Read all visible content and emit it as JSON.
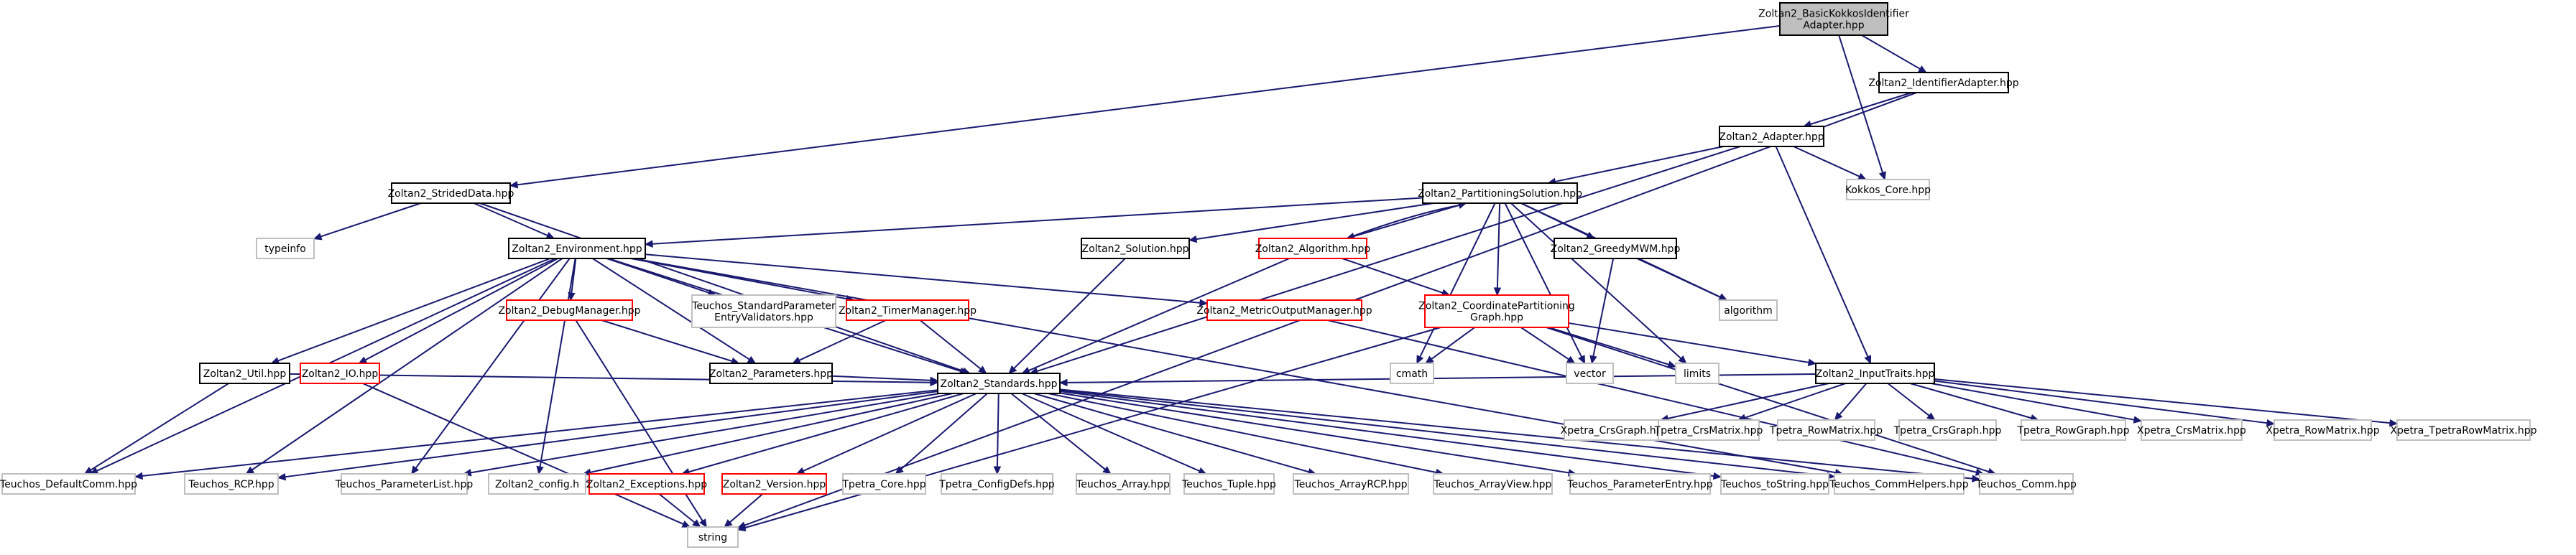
{
  "colors": {
    "edge": "#191970",
    "border_normal": "#000000",
    "border_missing": "#bfbfbf",
    "border_truncated": "#ff0000",
    "fill_root": "#bfbfbf",
    "fill": "#ffffff"
  },
  "nodes": [
    {
      "id": "root",
      "label": [
        "Zoltan2_BasicKokkosIdentifier",
        "Adapter.hpp"
      ],
      "style": "root"
    },
    {
      "id": "idadapter",
      "label": [
        "Zoltan2_IdentifierAdapter.hpp"
      ],
      "style": "normal"
    },
    {
      "id": "adapter",
      "label": [
        "Zoltan2_Adapter.hpp"
      ],
      "style": "normal"
    },
    {
      "id": "kokkos",
      "label": [
        "Kokkos_Core.hpp"
      ],
      "style": "missing"
    },
    {
      "id": "strided",
      "label": [
        "Zoltan2_StridedData.hpp"
      ],
      "style": "normal"
    },
    {
      "id": "psol",
      "label": [
        "Zoltan2_PartitioningSolution.hpp"
      ],
      "style": "normal"
    },
    {
      "id": "typeinfo",
      "label": [
        "typeinfo"
      ],
      "style": "missing"
    },
    {
      "id": "env",
      "label": [
        "Zoltan2_Environment.hpp"
      ],
      "style": "normal"
    },
    {
      "id": "solution",
      "label": [
        "Zoltan2_Solution.hpp"
      ],
      "style": "normal"
    },
    {
      "id": "algorithm_hpp",
      "label": [
        "Zoltan2_Algorithm.hpp"
      ],
      "style": "truncated"
    },
    {
      "id": "greedy",
      "label": [
        "Zoltan2_GreedyMWM.hpp"
      ],
      "style": "normal"
    },
    {
      "id": "algorithm",
      "label": [
        "algorithm"
      ],
      "style": "missing"
    },
    {
      "id": "debug",
      "label": [
        "Zoltan2_DebugManager.hpp"
      ],
      "style": "truncated"
    },
    {
      "id": "validators",
      "label": [
        "Teuchos_StandardParameter",
        "EntryValidators.hpp"
      ],
      "style": "missing"
    },
    {
      "id": "timer",
      "label": [
        "Zoltan2_TimerManager.hpp"
      ],
      "style": "truncated"
    },
    {
      "id": "metric",
      "label": [
        "Zoltan2_MetricOutputManager.hpp"
      ],
      "style": "truncated"
    },
    {
      "id": "coordgraph",
      "label": [
        "Zoltan2_CoordinatePartitioning",
        "Graph.hpp"
      ],
      "style": "truncated"
    },
    {
      "id": "cmath",
      "label": [
        "cmath"
      ],
      "style": "missing"
    },
    {
      "id": "vector",
      "label": [
        "vector"
      ],
      "style": "missing"
    },
    {
      "id": "limits",
      "label": [
        "limits"
      ],
      "style": "missing"
    },
    {
      "id": "util",
      "label": [
        "Zoltan2_Util.hpp"
      ],
      "style": "normal"
    },
    {
      "id": "io",
      "label": [
        "Zoltan2_IO.hpp"
      ],
      "style": "truncated"
    },
    {
      "id": "params",
      "label": [
        "Zoltan2_Parameters.hpp"
      ],
      "style": "normal"
    },
    {
      "id": "inputtraits",
      "label": [
        "Zoltan2_InputTraits.hpp"
      ],
      "style": "normal"
    },
    {
      "id": "standards",
      "label": [
        "Zoltan2_Standards.hpp"
      ],
      "style": "normal"
    },
    {
      "id": "xcrsgraph",
      "label": [
        "Xpetra_CrsGraph.hpp"
      ],
      "style": "missing"
    },
    {
      "id": "tcrsmatrix",
      "label": [
        "Tpetra_CrsMatrix.hpp"
      ],
      "style": "missing"
    },
    {
      "id": "trowmatrix",
      "label": [
        "Tpetra_RowMatrix.hpp"
      ],
      "style": "missing"
    },
    {
      "id": "tcrsgraph",
      "label": [
        "Tpetra_CrsGraph.hpp"
      ],
      "style": "missing"
    },
    {
      "id": "trowgraph",
      "label": [
        "Tpetra_RowGraph.hpp"
      ],
      "style": "missing"
    },
    {
      "id": "xcrsmatrix",
      "label": [
        "Xpetra_CrsMatrix.hpp"
      ],
      "style": "missing"
    },
    {
      "id": "xrowmatrix",
      "label": [
        "Xpetra_RowMatrix.hpp"
      ],
      "style": "missing"
    },
    {
      "id": "xtpetrarowmatrix",
      "label": [
        "Xpetra_TpetraRowMatrix.hpp"
      ],
      "style": "missing"
    },
    {
      "id": "defaultcomm",
      "label": [
        "Teuchos_DefaultComm.hpp"
      ],
      "style": "missing"
    },
    {
      "id": "rcp",
      "label": [
        "Teuchos_RCP.hpp"
      ],
      "style": "missing"
    },
    {
      "id": "paramlist",
      "label": [
        "Teuchos_ParameterList.hpp"
      ],
      "style": "missing"
    },
    {
      "id": "config",
      "label": [
        "Zoltan2_config.h"
      ],
      "style": "missing"
    },
    {
      "id": "exceptions",
      "label": [
        "Zoltan2_Exceptions.hpp"
      ],
      "style": "truncated"
    },
    {
      "id": "version",
      "label": [
        "Zoltan2_Version.hpp"
      ],
      "style": "truncated"
    },
    {
      "id": "tpetracore",
      "label": [
        "Tpetra_Core.hpp"
      ],
      "style": "missing"
    },
    {
      "id": "tpetraconfig",
      "label": [
        "Tpetra_ConfigDefs.hpp"
      ],
      "style": "missing"
    },
    {
      "id": "tarray",
      "label": [
        "Teuchos_Array.hpp"
      ],
      "style": "missing"
    },
    {
      "id": "ttuple",
      "label": [
        "Teuchos_Tuple.hpp"
      ],
      "style": "missing"
    },
    {
      "id": "tarrayrcp",
      "label": [
        "Teuchos_ArrayRCP.hpp"
      ],
      "style": "missing"
    },
    {
      "id": "tarrayview",
      "label": [
        "Teuchos_ArrayView.hpp"
      ],
      "style": "missing"
    },
    {
      "id": "tparamentry",
      "label": [
        "Teuchos_ParameterEntry.hpp"
      ],
      "style": "missing"
    },
    {
      "id": "ttostring",
      "label": [
        "Teuchos_toString.hpp"
      ],
      "style": "missing"
    },
    {
      "id": "tcommhelpers",
      "label": [
        "Teuchos_CommHelpers.hpp"
      ],
      "style": "missing"
    },
    {
      "id": "tcomm",
      "label": [
        "Teuchos_Comm.hpp"
      ],
      "style": "missing"
    },
    {
      "id": "string",
      "label": [
        "string"
      ],
      "style": "missing"
    }
  ],
  "edges": [
    [
      "root",
      "idadapter"
    ],
    [
      "root",
      "kokkos"
    ],
    [
      "root",
      "strided"
    ],
    [
      "idadapter",
      "adapter"
    ],
    [
      "idadapter",
      "string"
    ],
    [
      "adapter",
      "psol"
    ],
    [
      "adapter",
      "kokkos"
    ],
    [
      "adapter",
      "inputtraits"
    ],
    [
      "adapter",
      "standards"
    ],
    [
      "strided",
      "env"
    ],
    [
      "strided",
      "typeinfo"
    ],
    [
      "strided",
      "standards"
    ],
    [
      "psol",
      "env"
    ],
    [
      "psol",
      "solution"
    ],
    [
      "psol",
      "algorithm_hpp"
    ],
    [
      "psol",
      "greedy"
    ],
    [
      "psol",
      "algorithm"
    ],
    [
      "psol",
      "coordgraph"
    ],
    [
      "psol",
      "cmath"
    ],
    [
      "psol",
      "vector"
    ],
    [
      "psol",
      "limits"
    ],
    [
      "algorithm_hpp",
      "psol"
    ],
    [
      "algorithm_hpp",
      "coordgraph"
    ],
    [
      "algorithm_hpp",
      "standards"
    ],
    [
      "greedy",
      "algorithm"
    ],
    [
      "greedy",
      "vector"
    ],
    [
      "solution",
      "standards"
    ],
    [
      "env",
      "util"
    ],
    [
      "env",
      "io"
    ],
    [
      "env",
      "debug"
    ],
    [
      "env",
      "validators"
    ],
    [
      "env",
      "timer"
    ],
    [
      "env",
      "metric"
    ],
    [
      "env",
      "params"
    ],
    [
      "env",
      "defaultcomm"
    ],
    [
      "env",
      "rcp"
    ],
    [
      "env",
      "paramlist"
    ],
    [
      "env",
      "config"
    ],
    [
      "env",
      "tcommhelpers"
    ],
    [
      "env",
      "standards"
    ],
    [
      "debug",
      "params"
    ],
    [
      "debug",
      "string"
    ],
    [
      "timer",
      "params"
    ],
    [
      "timer",
      "standards"
    ],
    [
      "metric",
      "tcomm"
    ],
    [
      "coordgraph",
      "cmath"
    ],
    [
      "coordgraph",
      "vector"
    ],
    [
      "coordgraph",
      "limits"
    ],
    [
      "coordgraph",
      "inputtraits"
    ],
    [
      "coordgraph",
      "tcomm"
    ],
    [
      "coordgraph",
      "string"
    ],
    [
      "util",
      "defaultcomm"
    ],
    [
      "util",
      "standards"
    ],
    [
      "io",
      "string"
    ],
    [
      "params",
      "standards"
    ],
    [
      "inputtraits",
      "standards"
    ],
    [
      "inputtraits",
      "xcrsgraph"
    ],
    [
      "inputtraits",
      "tcrsmatrix"
    ],
    [
      "inputtraits",
      "trowmatrix"
    ],
    [
      "inputtraits",
      "tcrsgraph"
    ],
    [
      "inputtraits",
      "trowgraph"
    ],
    [
      "inputtraits",
      "xcrsmatrix"
    ],
    [
      "inputtraits",
      "xrowmatrix"
    ],
    [
      "inputtraits",
      "xtpetrarowmatrix"
    ],
    [
      "standards",
      "defaultcomm"
    ],
    [
      "standards",
      "rcp"
    ],
    [
      "standards",
      "paramlist"
    ],
    [
      "standards",
      "config"
    ],
    [
      "standards",
      "exceptions"
    ],
    [
      "standards",
      "version"
    ],
    [
      "standards",
      "tpetracore"
    ],
    [
      "standards",
      "tpetraconfig"
    ],
    [
      "standards",
      "tarray"
    ],
    [
      "standards",
      "ttuple"
    ],
    [
      "standards",
      "tarrayrcp"
    ],
    [
      "standards",
      "tarrayview"
    ],
    [
      "standards",
      "tparamentry"
    ],
    [
      "standards",
      "ttostring"
    ],
    [
      "standards",
      "tcommhelpers"
    ],
    [
      "standards",
      "tcomm"
    ],
    [
      "exceptions",
      "string"
    ],
    [
      "version",
      "string"
    ]
  ]
}
